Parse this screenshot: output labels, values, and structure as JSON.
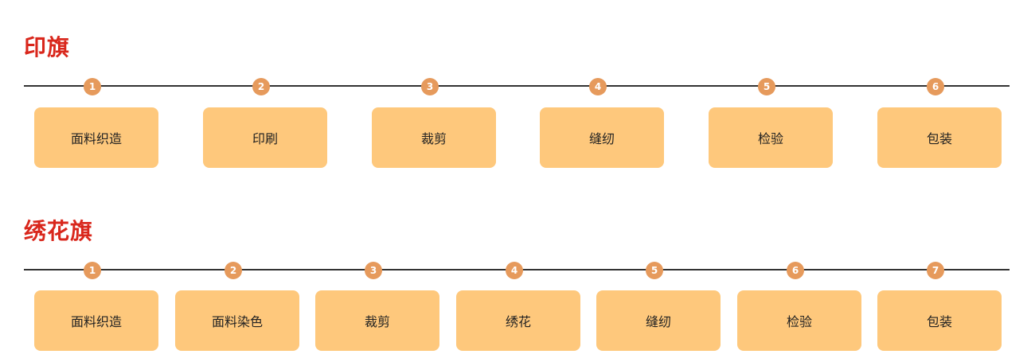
{
  "colors": {
    "title": "#d9271c",
    "line": "#333333",
    "marker": "#e69a5c",
    "box": "#fec87c",
    "text": "#222222"
  },
  "sections": [
    {
      "title": "印旗",
      "steps": [
        {
          "num": "1",
          "label": "面料织造"
        },
        {
          "num": "2",
          "label": "印刷"
        },
        {
          "num": "3",
          "label": "裁剪"
        },
        {
          "num": "4",
          "label": "缝纫"
        },
        {
          "num": "5",
          "label": "检验"
        },
        {
          "num": "6",
          "label": "包装"
        }
      ]
    },
    {
      "title": "绣花旗",
      "steps": [
        {
          "num": "1",
          "label": "面料织造"
        },
        {
          "num": "2",
          "label": "面料染色"
        },
        {
          "num": "3",
          "label": "裁剪"
        },
        {
          "num": "4",
          "label": "绣花"
        },
        {
          "num": "5",
          "label": "缝纫"
        },
        {
          "num": "6",
          "label": "检验"
        },
        {
          "num": "7",
          "label": "包装"
        }
      ]
    }
  ]
}
